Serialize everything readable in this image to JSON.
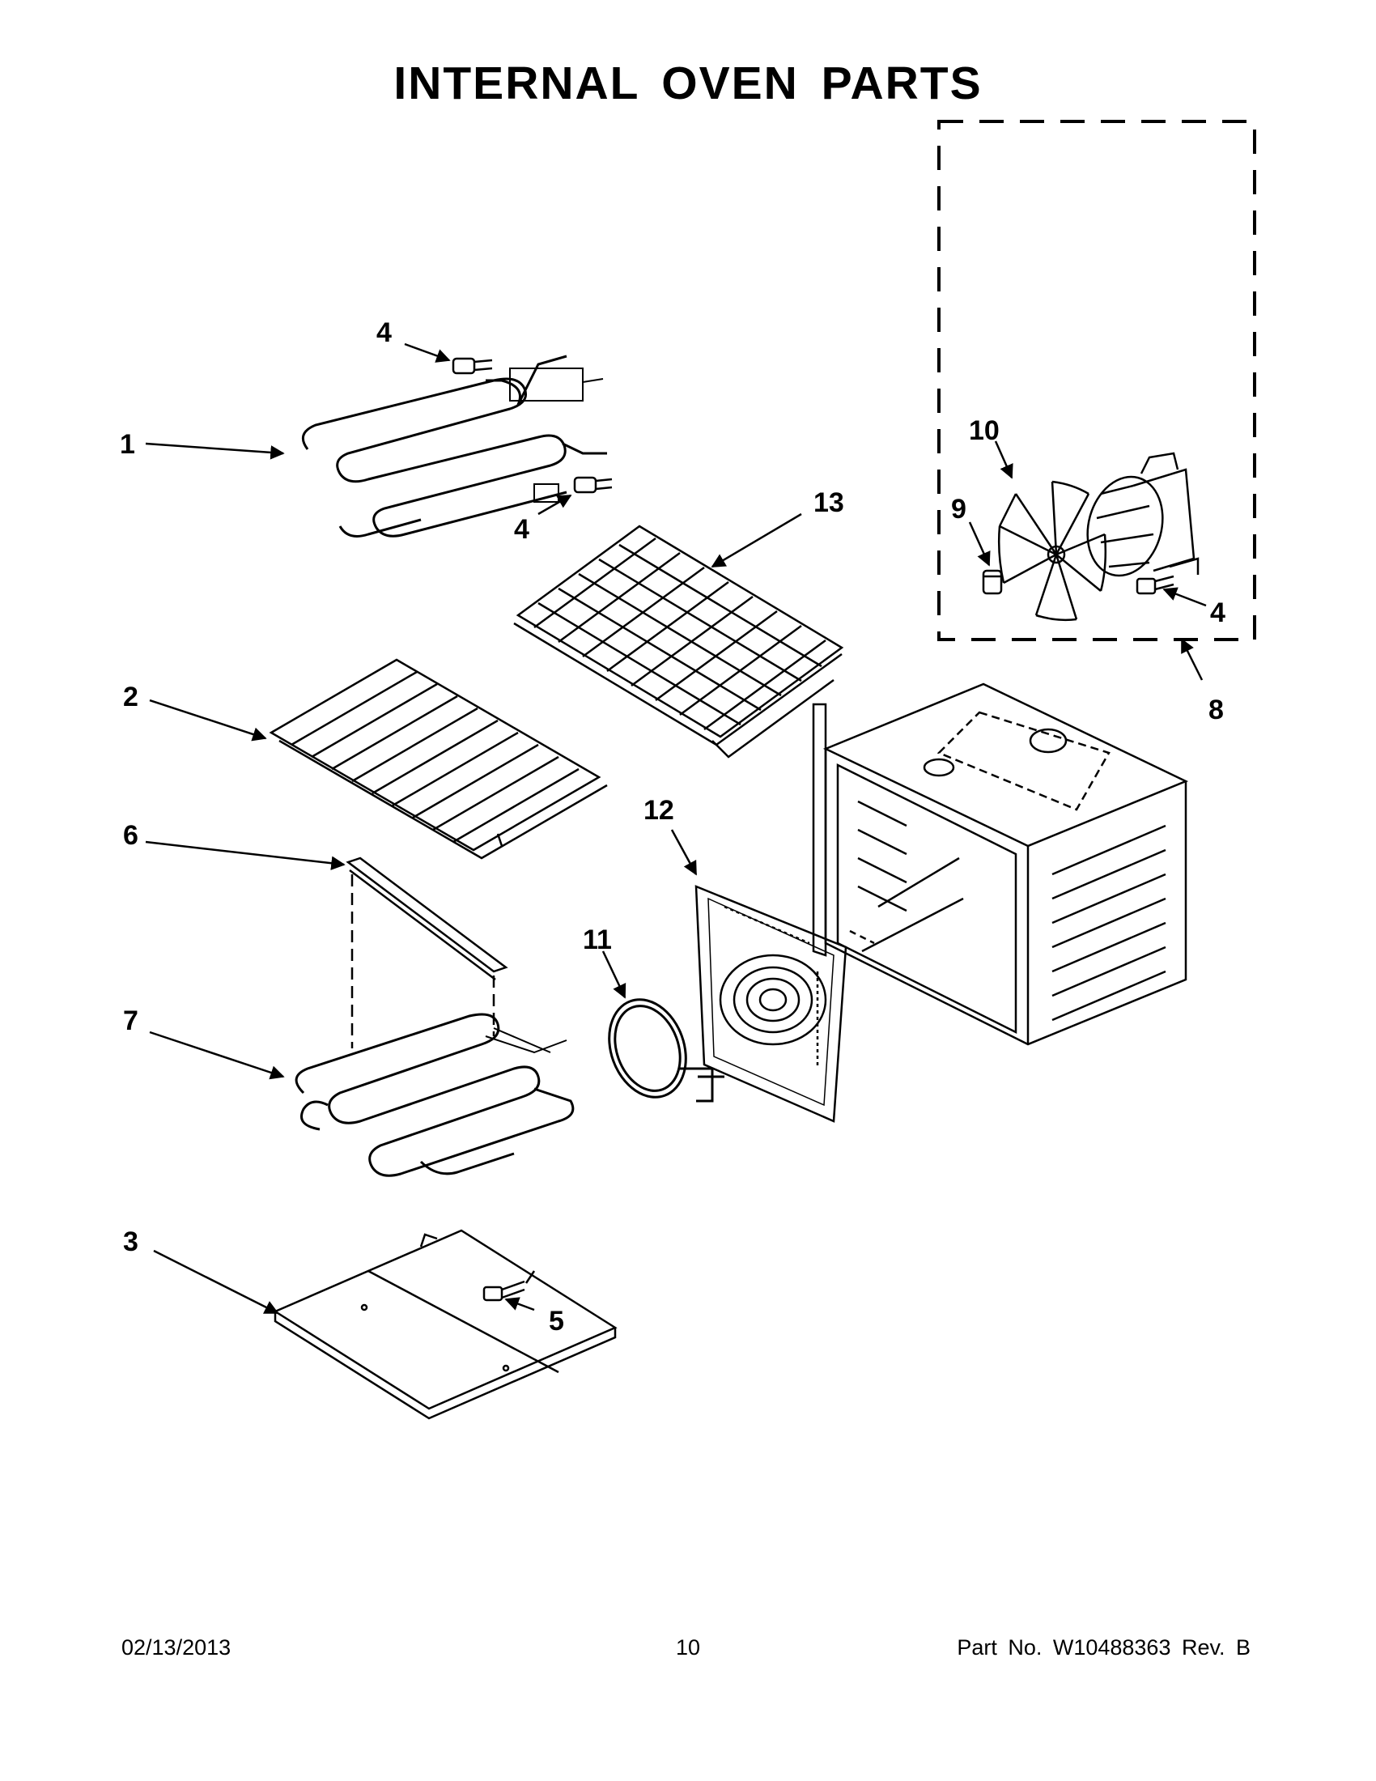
{
  "title": "INTERNAL OVEN PARTS",
  "callouts": [
    "1",
    "2",
    "3",
    "4",
    "4",
    "4",
    "5",
    "6",
    "7",
    "8",
    "9",
    "10",
    "11",
    "12",
    "13"
  ],
  "footer": {
    "date": "02/13/2013",
    "page": "10",
    "part_number": "Part No. W10488363 Rev. B"
  }
}
